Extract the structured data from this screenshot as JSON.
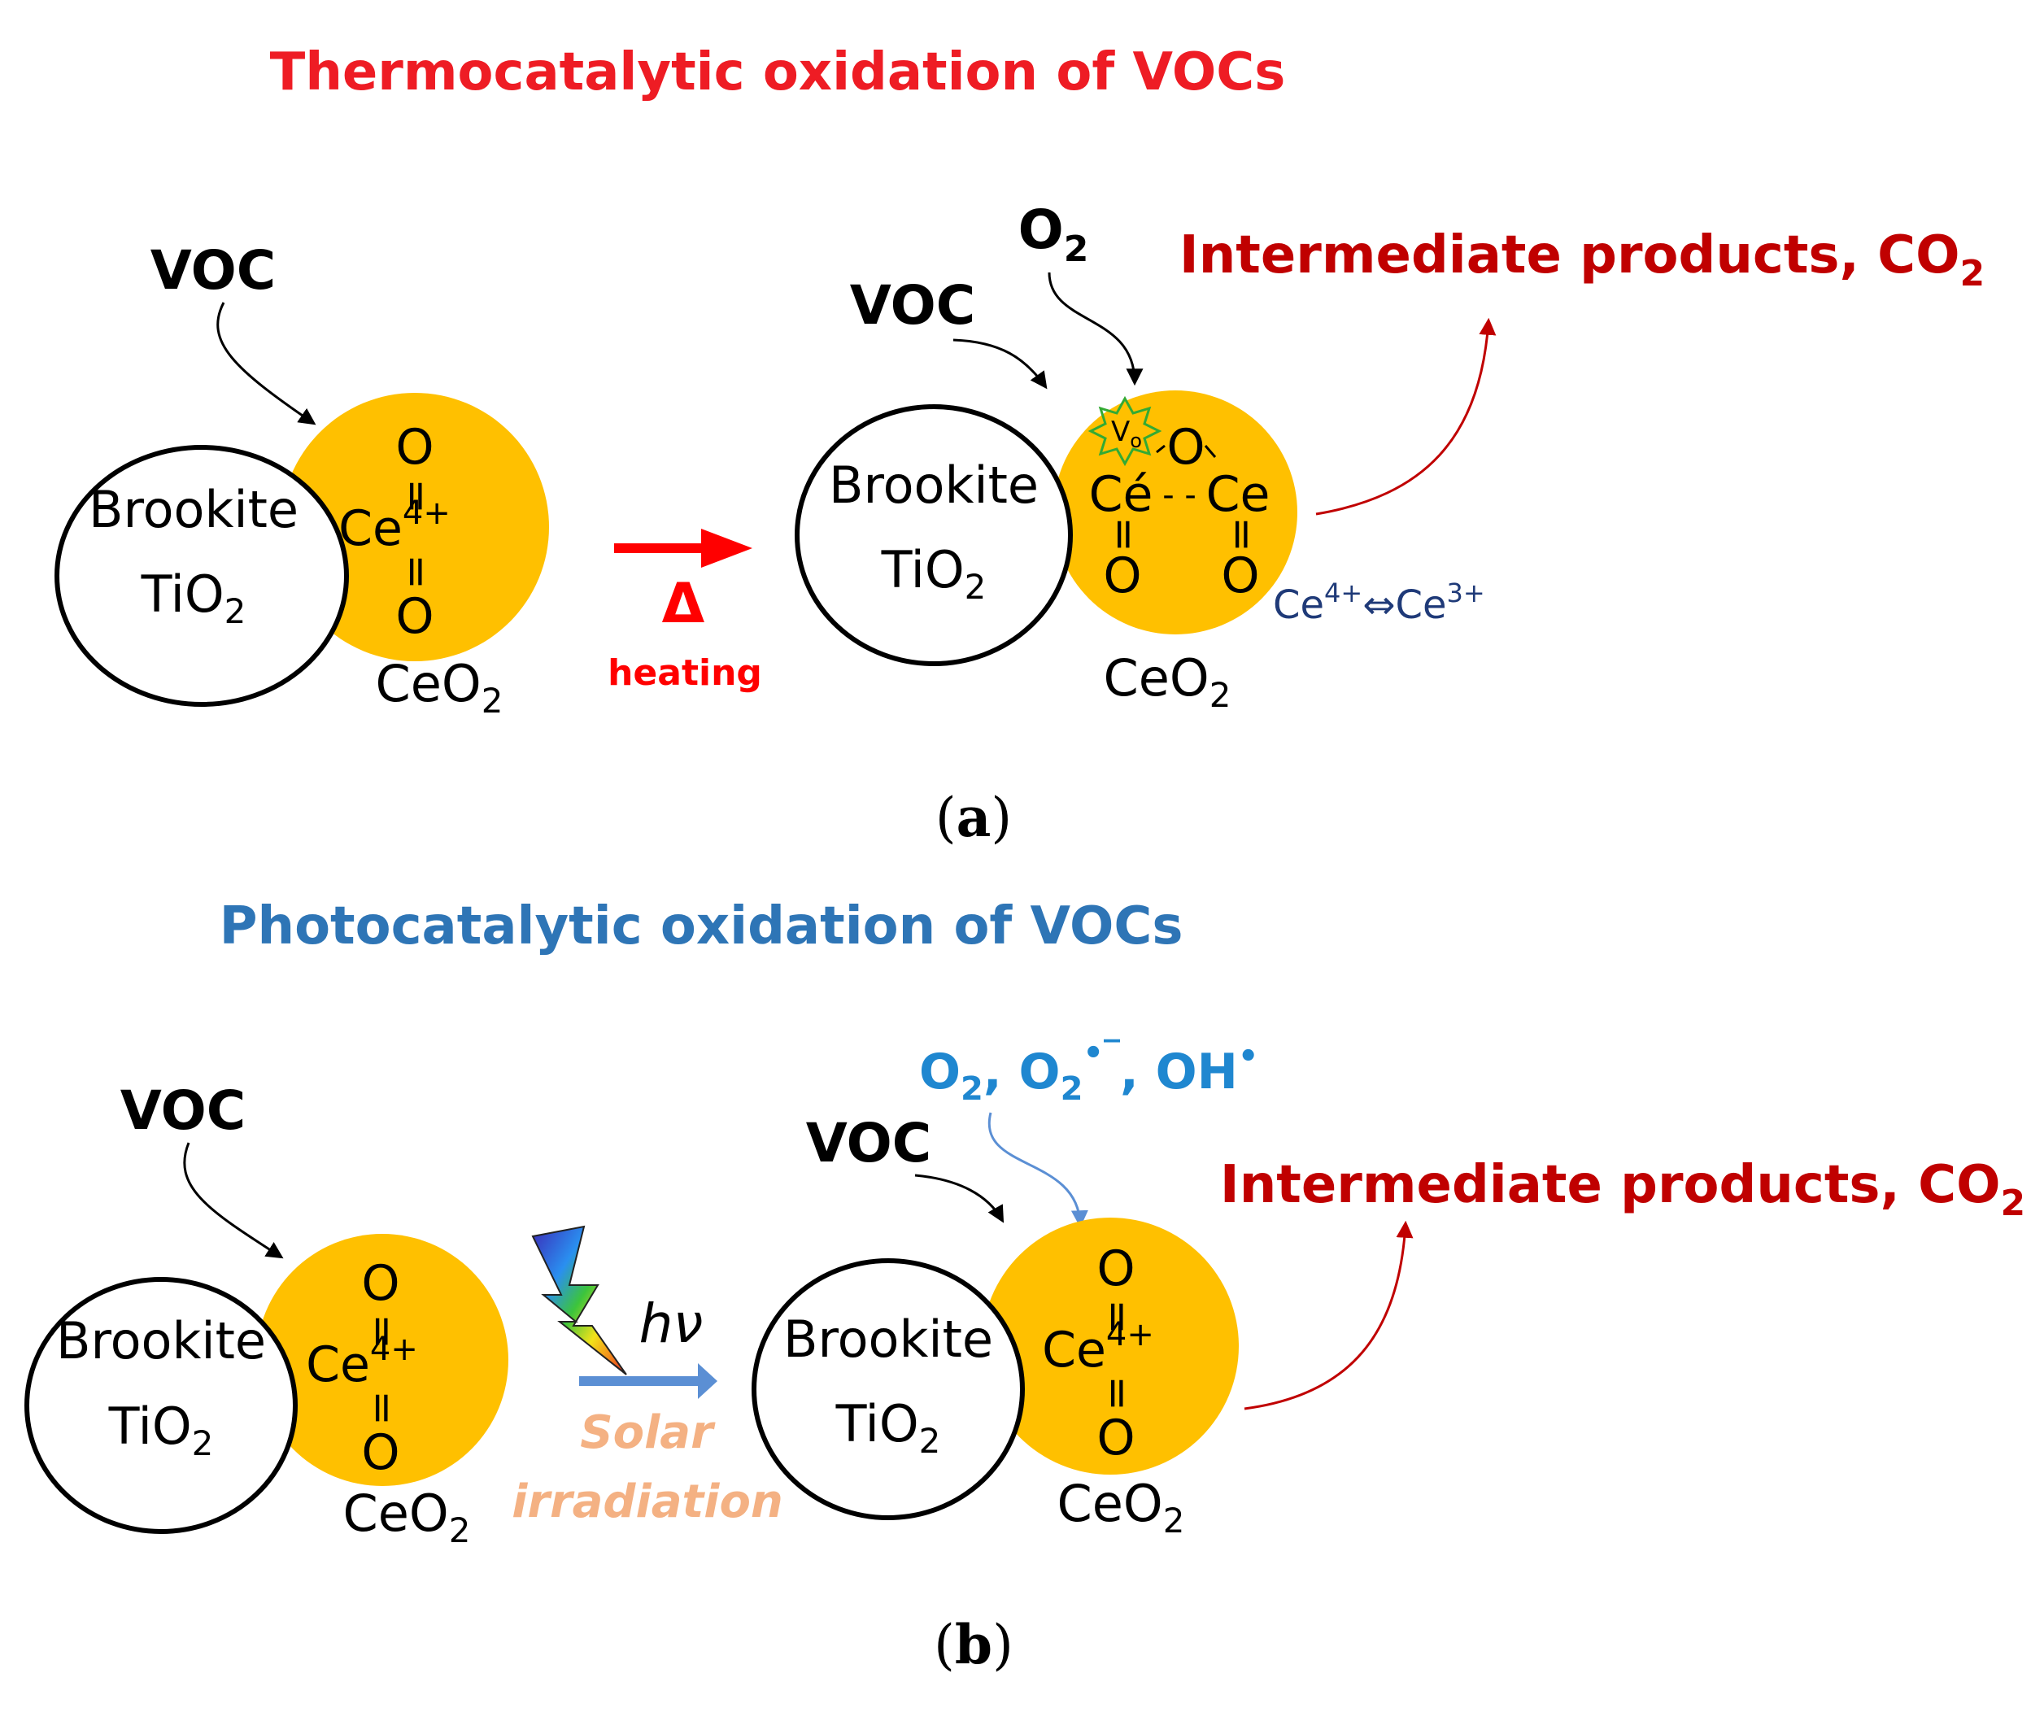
{
  "colors": {
    "title_a": "#ee1c24",
    "title_b": "#2e75b6",
    "product": "#c00000",
    "ceria_fill": "#ffc000",
    "heat_arrow": "#ff0000",
    "solar_arrow": "#5b8fd4",
    "solar_text": "#f4b183",
    "redox_text": "#1f3a78",
    "vacancy_star": "#33aa33",
    "species_blue": "#1f87d0"
  },
  "panel_a": {
    "title": "Thermocatalytic oxidation of VOCs",
    "caption_open": "(",
    "caption_letter": "a",
    "caption_close": ")",
    "left": {
      "voc": "VOC",
      "support_line1": "Brookite",
      "support_line2_main": "TiO",
      "support_line2_sub": "2",
      "ceria_o": "O",
      "ceria_bond": "=",
      "ceria_ce": "Ce",
      "ceria_ce_sup": "4+",
      "ceria_label_main": "CeO",
      "ceria_label_sub": "2"
    },
    "condition_symbol": "Δ",
    "condition_label": "heating",
    "right": {
      "voc": "VOC",
      "oxygen_main": "O",
      "oxygen_sub": "2",
      "support_line1": "Brookite",
      "support_line2_main": "TiO",
      "support_line2_sub": "2",
      "vacancy_main": "V",
      "vacancy_sub": "o",
      "bridge_o": "O",
      "ce_left": "Cé",
      "bridge_dash": "- -",
      "ce_right": "Ce",
      "bond": "=",
      "o_left": "O",
      "o_right": "O",
      "ceria_label_main": "CeO",
      "ceria_label_sub": "2",
      "redox_a": "Ce",
      "redox_a_sup": "4+",
      "redox_arrow": "⇔",
      "redox_b": "Ce",
      "redox_b_sup": "3+"
    },
    "product_main": "Intermediate products, CO",
    "product_sub": "2"
  },
  "panel_b": {
    "title": "Photocatalytic oxidation of VOCs",
    "caption_open": "(",
    "caption_letter": "b",
    "caption_close": ")",
    "left": {
      "voc": "VOC",
      "support_line1": "Brookite",
      "support_line2_main": "TiO",
      "support_line2_sub": "2",
      "ceria_o": "O",
      "ceria_bond": "=",
      "ceria_ce": "Ce",
      "ceria_ce_sup": "4+",
      "ceria_label_main": "CeO",
      "ceria_label_sub": "2"
    },
    "light_symbol": "hν",
    "condition_line1": "Solar",
    "condition_line2": "irradiation",
    "right": {
      "voc": "VOC",
      "species_1_main": "O",
      "species_1_sub": "2",
      "species_sep1": ", ",
      "species_2_main": "O",
      "species_2_sub": "2",
      "species_2_sup": "•‾",
      "species_sep2": ", ",
      "species_3_main": "OH",
      "species_3_sup": "•",
      "support_line1": "Brookite",
      "support_line2_main": "TiO",
      "support_line2_sub": "2",
      "ceria_o": "O",
      "ceria_bond": "=",
      "ceria_ce": "Ce",
      "ceria_ce_sup": "4+",
      "ceria_label_main": "CeO",
      "ceria_label_sub": "2"
    },
    "product_main": "Intermediate products, CO",
    "product_sub": "2"
  }
}
